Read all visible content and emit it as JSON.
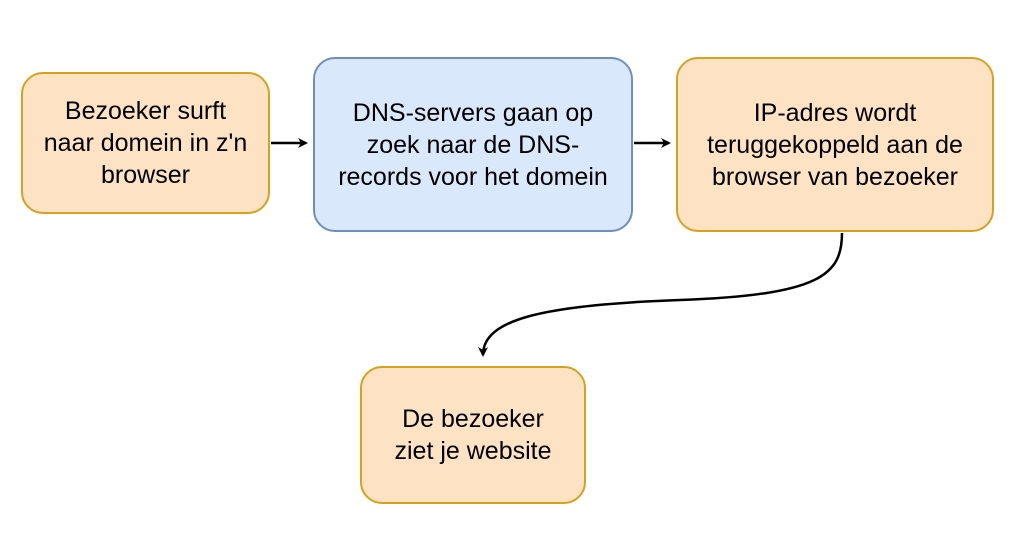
{
  "nodes": [
    {
      "id": "n1",
      "label": "Bezoeker surft\nnaar domein in z'n\nbrowser",
      "fill": "#fde3c3",
      "stroke": "#d6a21e"
    },
    {
      "id": "n2",
      "label": "DNS-servers gaan op\nzoek naar de DNS-\nrecords voor het domein",
      "fill": "#dae8fc",
      "stroke": "#6f8dbd"
    },
    {
      "id": "n3",
      "label": "IP-adres wordt\nteruggekoppeld aan de\nbrowser van bezoeker",
      "fill": "#fde3c3",
      "stroke": "#d6a21e"
    },
    {
      "id": "n4",
      "label": "De bezoeker\nziet je website",
      "fill": "#fde3c3",
      "stroke": "#d6a21e"
    }
  ],
  "edges": [
    {
      "from": "n1",
      "to": "n2"
    },
    {
      "from": "n2",
      "to": "n3"
    },
    {
      "from": "n3",
      "to": "n4"
    }
  ]
}
